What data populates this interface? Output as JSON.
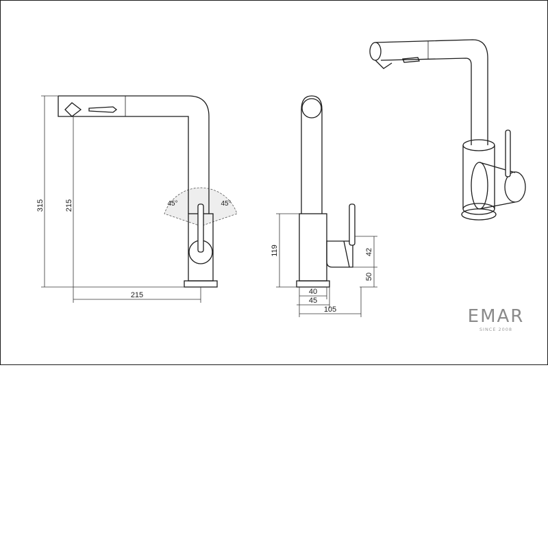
{
  "dimensions": {
    "total_height": "315",
    "spout_height": "215",
    "spout_reach": "215",
    "handle_angle_left": "45°",
    "handle_angle_right": "45°",
    "body_height": "119",
    "lever_height": "42",
    "base_height": "50",
    "base_width_inner": "40",
    "base_width_outer": "45",
    "total_depth": "105"
  },
  "brand": {
    "name": "EMAR",
    "tagline": "SINCE 2008"
  },
  "colors": {
    "line": "#1a1a1a",
    "dimension_line": "#333333",
    "brand": "#8a8a8a",
    "angle_fill": "#eeeeee"
  }
}
